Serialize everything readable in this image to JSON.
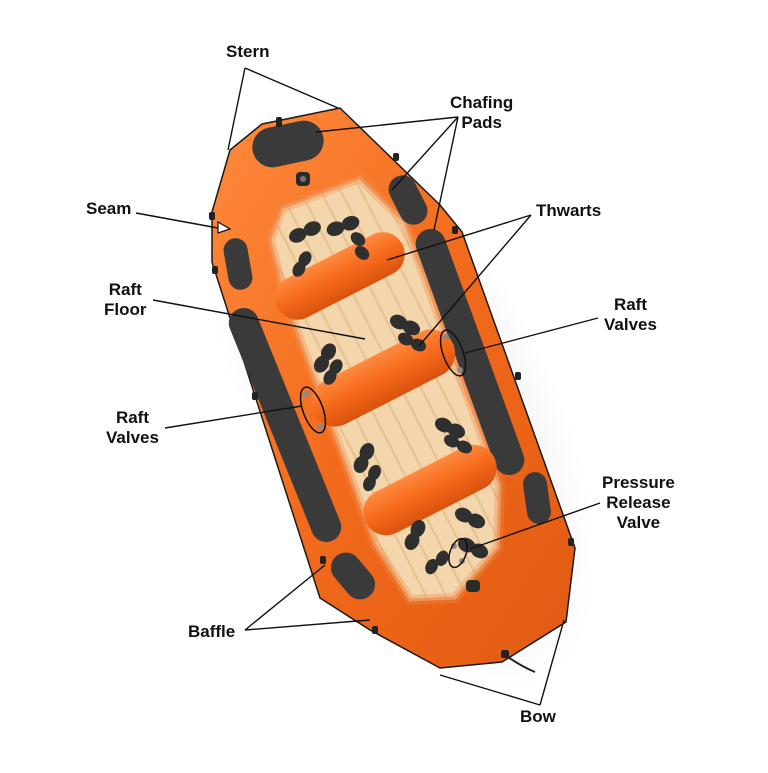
{
  "diagram": {
    "subject": "Inflatable whitewater raft (top view)",
    "colors": {
      "background": "#ffffff",
      "hull_orange": "#f26a1b",
      "hull_highlight": "#ff8a3d",
      "hull_shadow": "#d8520f",
      "chafing_pad": "#3a3a3a",
      "floor": "#f2d3a8",
      "floor_stripe": "#e8c192",
      "foot_cup": "#2f2f2f",
      "line": "#111111",
      "label_text": "#111111"
    },
    "labels": {
      "stern": {
        "lines": [
          "Stern"
        ]
      },
      "chafing_pads": {
        "lines": [
          "Chafing",
          "Pads"
        ]
      },
      "seam": {
        "lines": [
          "Seam"
        ]
      },
      "thwarts": {
        "lines": [
          "Thwarts"
        ]
      },
      "raft_floor": {
        "lines": [
          "Raft",
          "Floor"
        ]
      },
      "raft_valves_right": {
        "lines": [
          "Raft",
          "Valves"
        ]
      },
      "raft_valves_left": {
        "lines": [
          "Raft",
          "Valves"
        ]
      },
      "pressure_release_valve": {
        "lines": [
          "Pressure",
          "Release",
          "Valve"
        ]
      },
      "baffle": {
        "lines": [
          "Baffle"
        ]
      },
      "bow": {
        "lines": [
          "Bow"
        ]
      }
    }
  }
}
